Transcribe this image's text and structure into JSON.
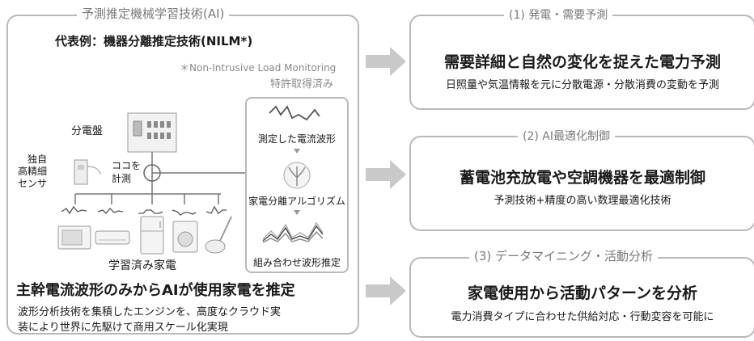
{
  "left": {
    "title": "予測推定機械学習技術(AI)",
    "example": "代表例：機器分離推定技術(NILM*)",
    "footnote": "＊Non-Intrusive Load Monitoring",
    "patent": "特許取得済み",
    "panel_label": "分電盤",
    "sensor_label": [
      "独自",
      "高精細",
      "センサ"
    ],
    "measure_label": [
      "ココを",
      "計測"
    ],
    "appliances_label": "学習済み家電",
    "flow": {
      "step1": "測定した電流波形",
      "step2": "家電分離アルゴリズム",
      "step3": "組み合わせ波形推定"
    },
    "headline": "主幹電流波形のみからAIが使用家電を推定",
    "desc_line1": "波形分析技術を集積したエンジンを、高度なクラウド実",
    "desc_line2": "装により世界に先駆けて商用スケール化実現"
  },
  "right": [
    {
      "title": "(1) 発電・需要予測",
      "headline": "需要詳細と自然の変化を捉えた電力予測",
      "desc": "日照量や気温情報を元に分散電源・分散消費の変動を予測"
    },
    {
      "title": "(2) AI最適化制御",
      "headline": "蓄電池充放電や空調機器を最適制御",
      "desc": "予測技術+精度の高い数理最適化技術"
    },
    {
      "title": "(3) データマイニング・活動分析",
      "headline": "家電使用から活動パターンを分析",
      "desc": "電力消費タイプに合わせた供給対応・行動変容を可能に"
    }
  ],
  "colors": {
    "border": "#b9b9b9",
    "arrow": "#c9c9c9",
    "text": "#1a1a1a",
    "muted": "#8a8a8a"
  }
}
